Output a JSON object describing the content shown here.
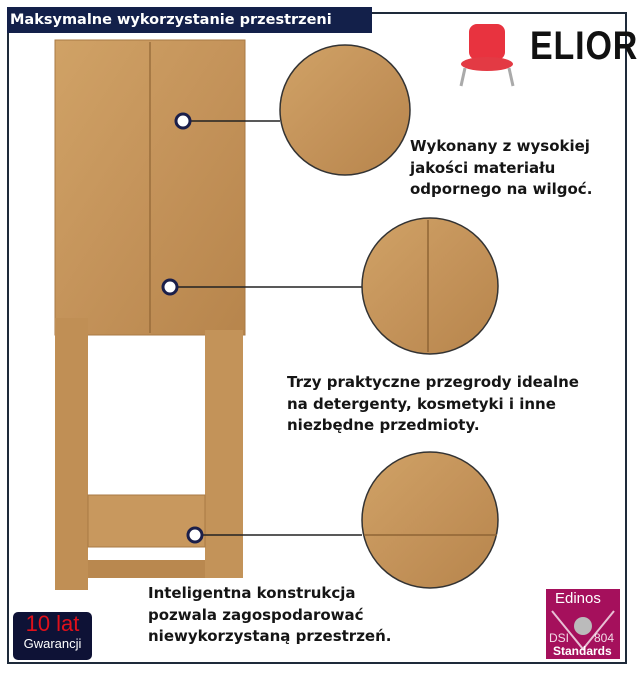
{
  "header": {
    "title": "Maksymalne wykorzystanie przestrzeni"
  },
  "brand": {
    "name": "ELIOR"
  },
  "features": [
    {
      "lines": [
        "Wykonany z wysokiej",
        "jakości materiału",
        "odpornego na wilgoć."
      ]
    },
    {
      "lines": [
        "Trzy praktyczne przegrody idealne",
        "na detergenty, kosmetyki i inne",
        "niezbędne przedmioty."
      ]
    },
    {
      "lines": [
        "Inteligentna konstrukcja",
        "pozwala zagospodarować",
        "niewykorzystaną przestrzeń."
      ]
    }
  ],
  "warranty": {
    "years": "10 lat",
    "label": "Gwarancji"
  },
  "certificate": {
    "name": "Edinos",
    "left": "DSI",
    "right": "804",
    "bottom": "Standards"
  },
  "colors": {
    "navy": "#13204a",
    "wood": "#c99a5e",
    "magenta": "#a5105c"
  }
}
